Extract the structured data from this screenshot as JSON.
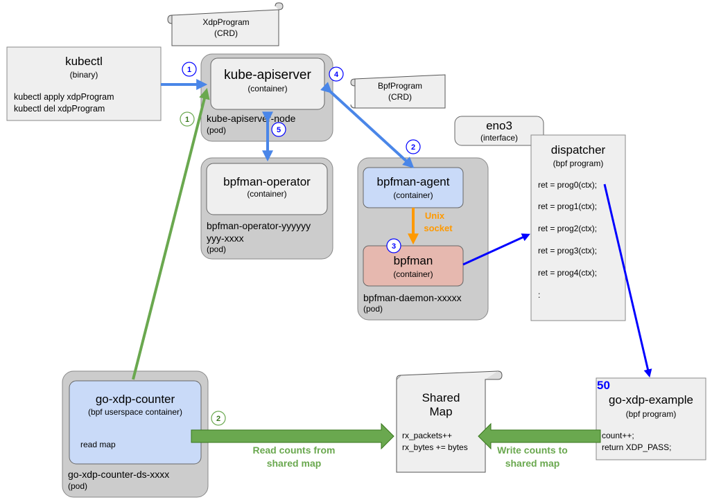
{
  "colors": {
    "pod_fill": "#cccccc",
    "container_fill": "#efefef",
    "agent_fill": "#c9daf8",
    "bpfman_fill": "#e6b8af",
    "blue_arrow": "#4a86e8",
    "dark_blue_arrow": "#0000ff",
    "green_arrow": "#6aa84f",
    "orange_arrow": "#ff9900"
  },
  "crd_xdp": {
    "title": "XdpProgram",
    "sub": "(CRD)"
  },
  "crd_bpf": {
    "title": "BpfProgram",
    "sub": "(CRD)"
  },
  "kubectl": {
    "title": "kubectl",
    "sub": "(binary)",
    "lines": [
      "kubectl apply xdpProgram",
      "kubectl del xdpProgram"
    ]
  },
  "apiserver": {
    "title": "kube-apiserver",
    "sub": "(container)",
    "pod_name": "kube-apiserver-node",
    "pod_label": "(pod)"
  },
  "operator": {
    "title": "bpfman-operator",
    "sub": "(container)",
    "pod_name_line1": "bpfman-operator-yyyyyy",
    "pod_name_line2": "yyy-xxxx",
    "pod_label": "(pod)"
  },
  "daemon": {
    "agent_title": "bpfman-agent",
    "agent_sub": "(container)",
    "bpfman_title": "bpfman",
    "bpfman_sub": "(container)",
    "pod_name": "bpfman-daemon-xxxxx",
    "pod_label": "(pod)",
    "socket_line1": "Unix",
    "socket_line2": "socket"
  },
  "eno3": {
    "title": "eno3",
    "sub": "(interface)"
  },
  "dispatcher": {
    "title": "dispatcher",
    "sub": "(bpf program)",
    "lines": [
      "ret = prog0(ctx);",
      "ret = prog1(ctx);",
      "ret = prog2(ctx);",
      "ret = prog3(ctx);",
      "ret = prog4(ctx);",
      ":"
    ]
  },
  "counter": {
    "title": "go-xdp-counter",
    "sub": "(bpf userspace container)",
    "body": "read map",
    "pod_name": "go-xdp-counter-ds-xxxx",
    "pod_label": "(pod)"
  },
  "shared_map": {
    "title_line1": "Shared",
    "title_line2": "Map",
    "lines": [
      "rx_packets++",
      "rx_bytes += bytes"
    ]
  },
  "example": {
    "number": "50",
    "title": "go-xdp-example",
    "sub": "(bpf program)",
    "lines": [
      "count++;",
      "return XDP_PASS;"
    ]
  },
  "arrow_labels": {
    "read_line1": "Read counts from",
    "read_line2": "shared map",
    "write_line1": "Write counts to",
    "write_line2": "shared map"
  },
  "badges": {
    "blue": [
      "1",
      "4",
      "5",
      "2",
      "3"
    ],
    "green": [
      "1",
      "2"
    ]
  }
}
